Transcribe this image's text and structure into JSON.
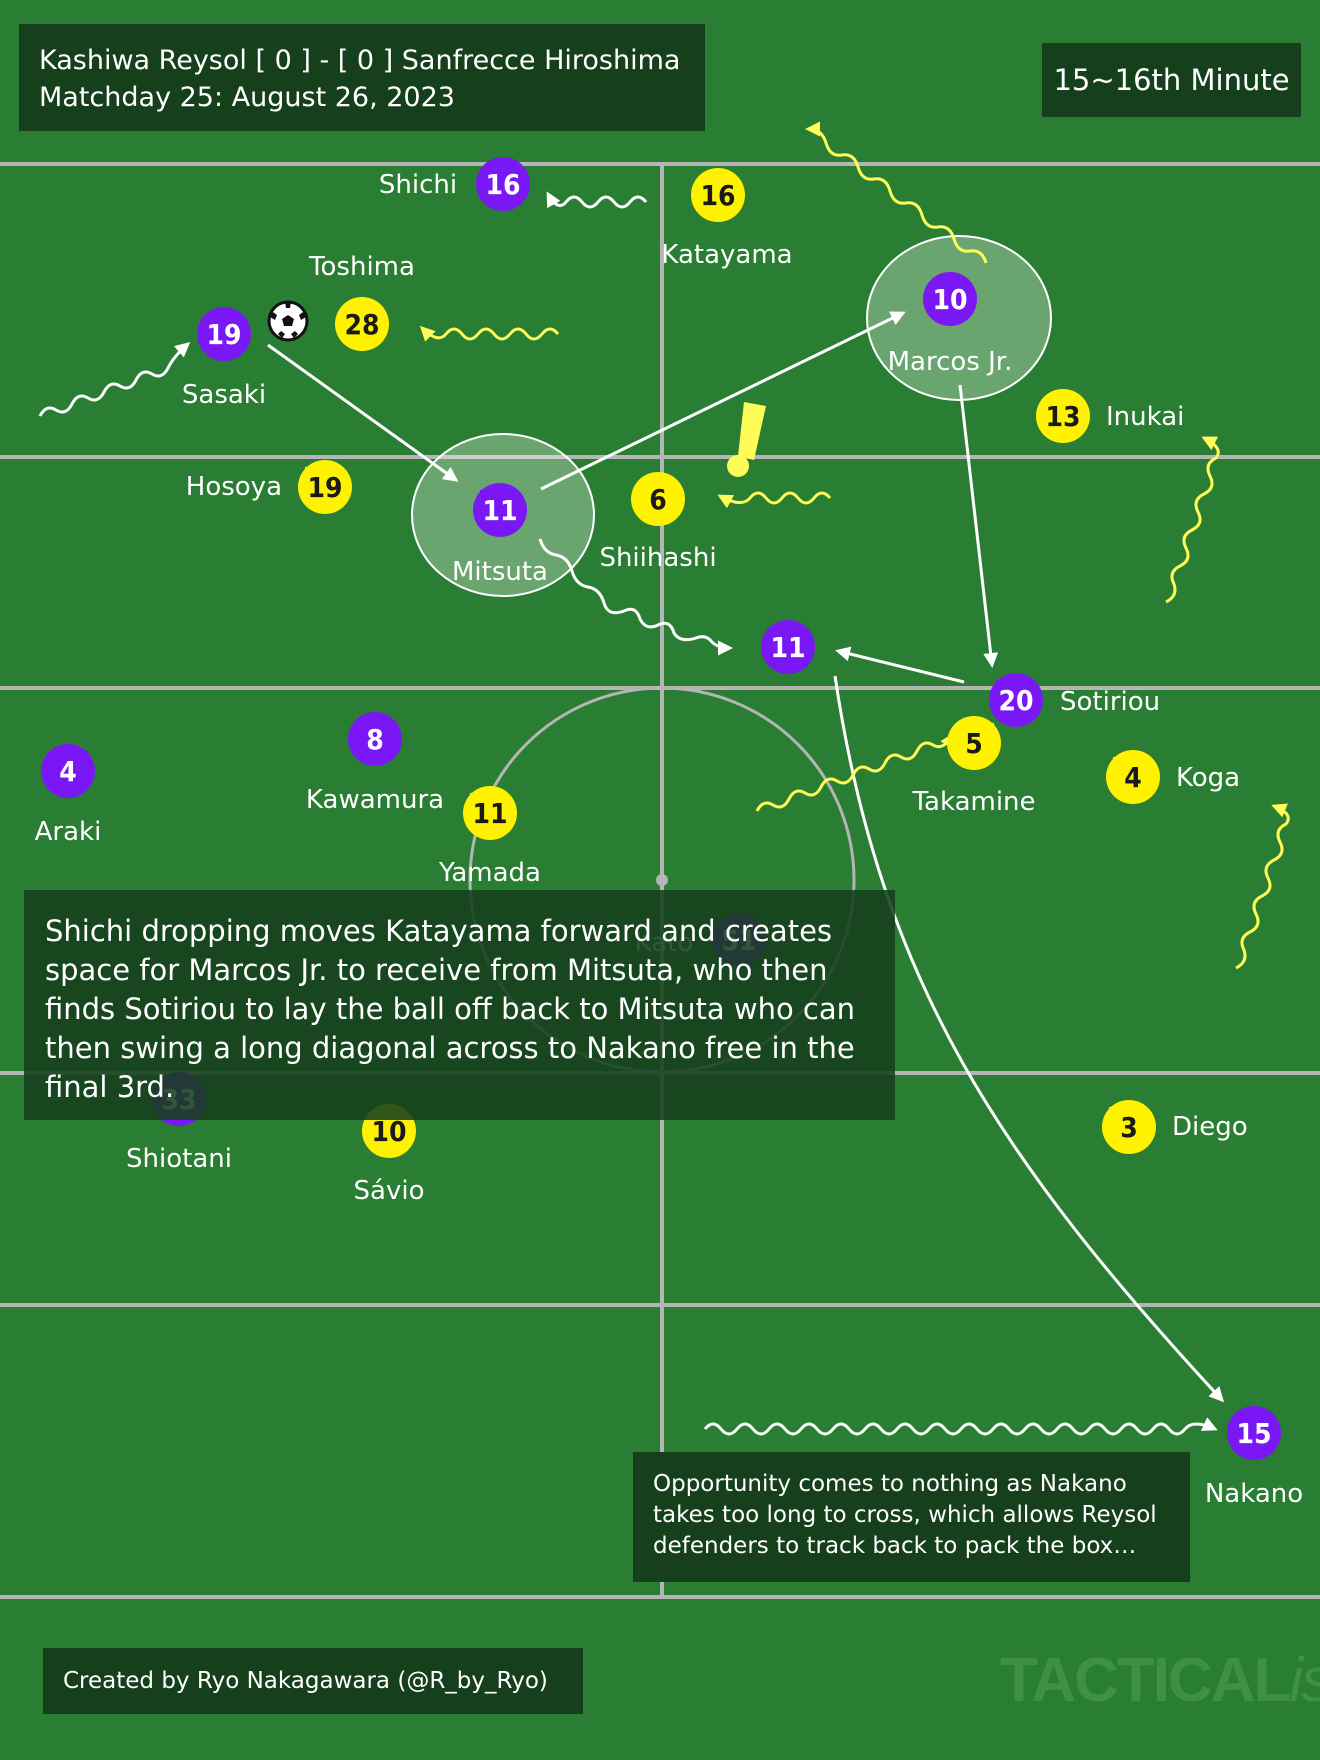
{
  "colors": {
    "pitch": "#2a7e33",
    "lines": "#b5b5b5",
    "box": "#163f1c",
    "purple": "#7a17f5",
    "yellow": "#fff200",
    "yellow_run": "#fffb57",
    "white": "#ffffff"
  },
  "header": {
    "title": "Kashiwa Reysol [ 0 ] - [ 0 ] Sanfrecce Hiroshima",
    "subtitle": "Matchday 25: August 26, 2023",
    "minute": "15~16th Minute"
  },
  "description": "Shichi dropping moves Katayama forward and creates space for Marcos Jr. to receive from Mitsuta, who then finds Sotiriou to lay the ball off back to Mitsuta who can then swing a long diagonal across to Nakano free in the final 3rd.",
  "note": "Opportunity comes to nothing as Nakano takes too long to cross, which allows Reysol defenders to track back to pack the box…",
  "credit": "Created by Ryo Nakagawara (@R_by_Ryo)",
  "watermark": {
    "main": "TACTICAL",
    "italic": "ista"
  },
  "ball_icon": "soccer-ball-icon",
  "exclamation_icon": "exclamation-icon",
  "players": {
    "hiroshima": [
      {
        "num": "16",
        "name": "Shichi"
      },
      {
        "num": "19",
        "name": "Sasaki"
      },
      {
        "num": "10",
        "name": "Marcos Jr."
      },
      {
        "num": "11",
        "name": "Mitsuta"
      },
      {
        "num": "11",
        "name": ""
      },
      {
        "num": "20",
        "name": "Sotiriou"
      },
      {
        "num": "4",
        "name": "Araki"
      },
      {
        "num": "8",
        "name": "Kawamura"
      },
      {
        "num": "51",
        "name": "Kato"
      },
      {
        "num": "33",
        "name": "Shiotani"
      },
      {
        "num": "15",
        "name": "Nakano"
      }
    ],
    "reysol": [
      {
        "num": "16",
        "name": "Katayama"
      },
      {
        "num": "28",
        "name": "Toshima"
      },
      {
        "num": "13",
        "name": "Inukai"
      },
      {
        "num": "19",
        "name": "Hosoya"
      },
      {
        "num": "6",
        "name": "Shiihashi"
      },
      {
        "num": "5",
        "name": "Takamine"
      },
      {
        "num": "4",
        "name": "Koga"
      },
      {
        "num": "11",
        "name": "Yamada"
      },
      {
        "num": "10",
        "name": "Sávio"
      },
      {
        "num": "3",
        "name": "Diego"
      }
    ]
  }
}
